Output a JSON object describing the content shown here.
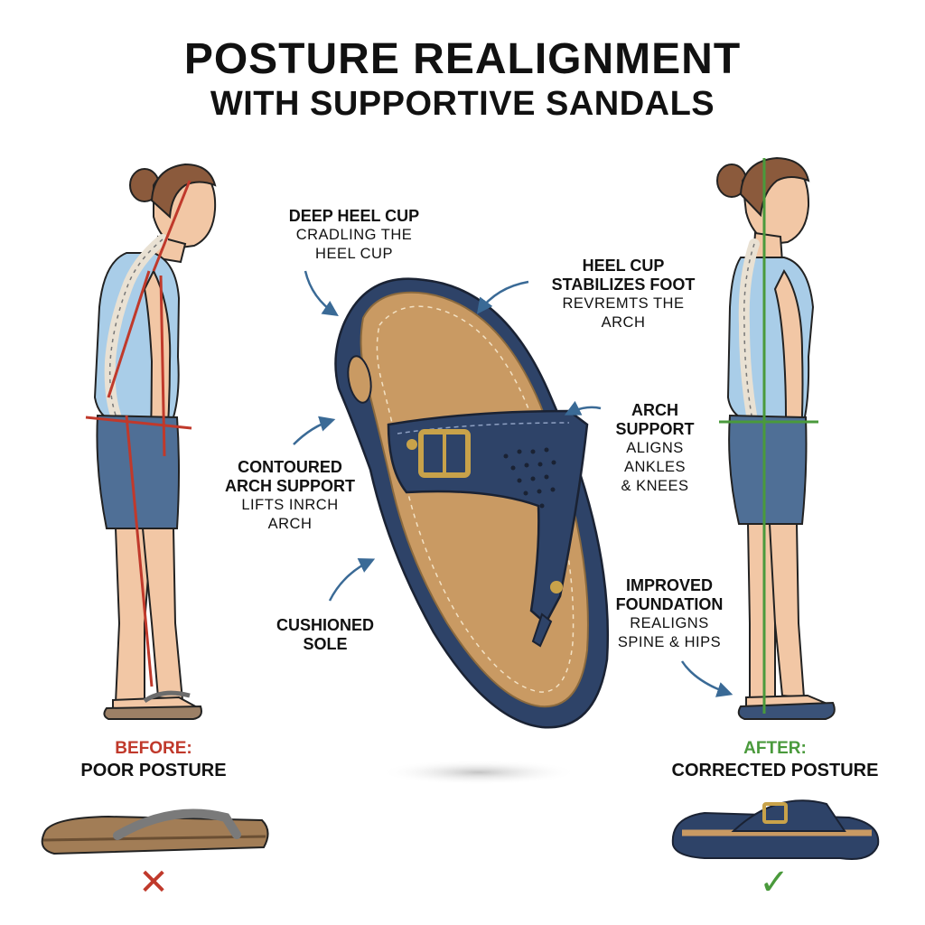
{
  "title": {
    "line1": "POSTURE REALIGNMENT",
    "line2": "WITH SUPPORTIVE SANDALS"
  },
  "callouts": {
    "deep_heel_cup": {
      "heading": "DEEP HEEL CUP",
      "lines": [
        "CRADLING THE",
        "HEEL CUP"
      ]
    },
    "heel_cup_stabilizes": {
      "heading_lines": [
        "HEEL CUP",
        "STABILIZES FOOT"
      ],
      "lines": [
        "REVREMTS THE",
        "ARCH"
      ]
    },
    "arch_support": {
      "heading_lines": [
        "ARCH",
        "SUPPORT"
      ],
      "lines": [
        "ALIGNS",
        "ANKLES",
        "& KNEES"
      ]
    },
    "contoured_arch": {
      "heading_lines": [
        "CONTOURED",
        "ARCH SUPPORT"
      ],
      "lines": [
        "LIFTS INRCH",
        "ARCH"
      ]
    },
    "improved_foundation": {
      "heading_lines": [
        "IMPROVED",
        "FOUNDATION"
      ],
      "lines": [
        "REALIGNS",
        "SPINE & HIPS"
      ]
    },
    "cushioned_sole": {
      "heading_lines": [
        "CUSHIONED",
        "SOLE"
      ]
    }
  },
  "before": {
    "label": "BEFORE:",
    "caption": "POOR POSTURE",
    "mark": "✕"
  },
  "after": {
    "label": "AFTER:",
    "caption": "CORRECTED POSTURE",
    "mark": "✓"
  },
  "colors": {
    "before_accent": "#c0392b",
    "after_accent": "#4a9a3c",
    "sandal_navy": "#2e4368",
    "footbed_tan": "#c99a63",
    "arrow_blue": "#3a6a96",
    "shirt_blue": "#a9cde8",
    "shorts_blue": "#4f6f96"
  }
}
